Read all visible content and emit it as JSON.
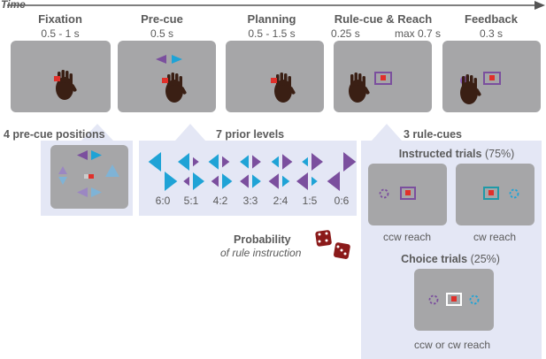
{
  "time_label": "Time",
  "phases": [
    {
      "name": "Fixation",
      "duration": "0.5 - 1 s"
    },
    {
      "name": "Pre-cue",
      "duration": "0.5 s"
    },
    {
      "name": "Planning",
      "duration": "0.5 - 1.5 s"
    },
    {
      "name": "Rule-cue & Reach",
      "duration": "0.25 s",
      "extra_duration": "max 0.7 s"
    },
    {
      "name": "Feedback",
      "duration": "0.3 s"
    }
  ],
  "precue_positions_label": "4 pre-cue positions",
  "prior_levels_label": "7 prior levels",
  "prior_levels": [
    "6:0",
    "5:1",
    "4:2",
    "3:3",
    "2:4",
    "1:5",
    "0:6"
  ],
  "rule_cues_label": "3 rule-cues",
  "instructed": {
    "label": "Instructed trials",
    "pct": "(75%)",
    "left_caption": "ccw reach",
    "right_caption": "cw reach"
  },
  "choice": {
    "label": "Choice trials",
    "pct": "(25%)",
    "caption": "ccw or cw reach"
  },
  "probability": {
    "title": "Probability",
    "subtitle": "of rule instruction"
  },
  "colors": {
    "purple": "#7b4f9e",
    "cyan": "#1fa3d6",
    "panel": "#e4e7f5",
    "screen": "#a6a6a8",
    "red": "#e0302a",
    "dice": "#8b1a1a"
  }
}
